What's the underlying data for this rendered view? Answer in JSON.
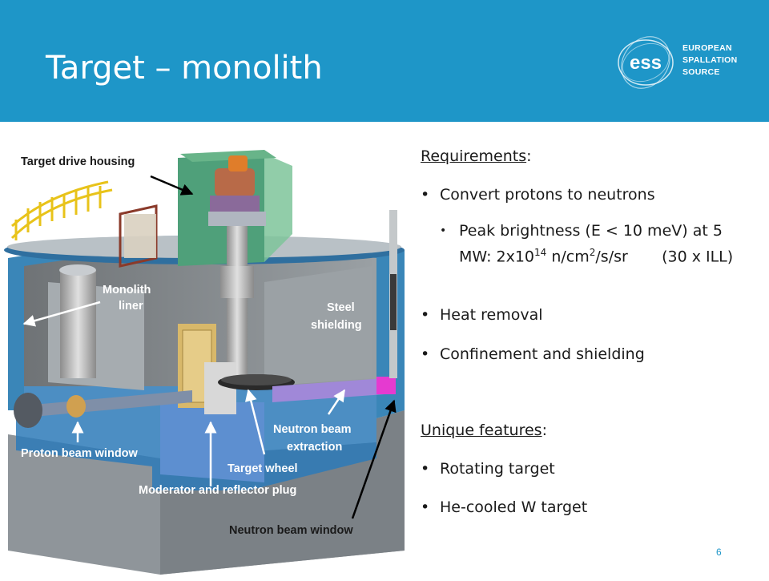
{
  "header": {
    "title": "Target – monolith",
    "logo": {
      "mark_text": "ess",
      "lines": [
        "EUROPEAN",
        "SPALLATION",
        "SOURCE"
      ]
    },
    "bg_color": "#1e96c8"
  },
  "figure": {
    "labels": {
      "target_drive_housing": "Target drive housing",
      "monolith_liner_1": "Monolith",
      "monolith_liner_2": "liner",
      "steel_shielding_1": "Steel",
      "steel_shielding_2": "shielding",
      "neutron_beam_extraction_1": "Neutron beam",
      "neutron_beam_extraction_2": "extraction",
      "proton_beam_window": "Proton beam window",
      "target_wheel": "Target wheel",
      "moderator_plug": "Moderator and reflector plug",
      "neutron_beam_window": "Neutron beam window"
    }
  },
  "content": {
    "requirements_heading": "Requirements",
    "colon": ":",
    "req_1": "Convert protons to neutrons",
    "sub_1a": "Peak brightness (E < 10 meV) at 5 MW: 2x10",
    "sub_1b": "14",
    "sub_1c": " n/cm",
    "sub_1d": "2",
    "sub_1e": "/s/sr       (30 x ILL)",
    "req_2": "Heat removal",
    "req_3": "Confinement and shielding",
    "unique_heading": "Unique features",
    "uf_1": "Rotating target",
    "uf_2": "He-cooled W target"
  },
  "page_number": "6"
}
